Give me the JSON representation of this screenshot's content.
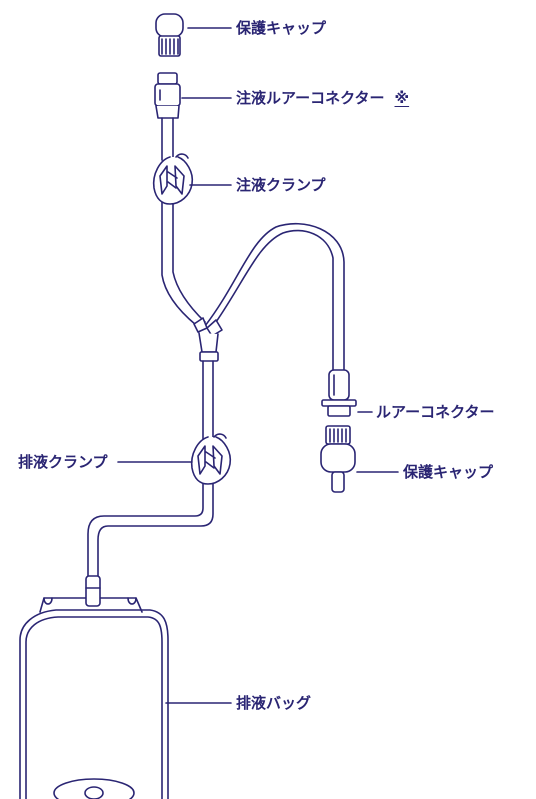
{
  "labels": {
    "top_cap": "保護キャップ",
    "inlet_connector": "注液ルアーコネクター",
    "inlet_note_mark": "※",
    "inlet_clamp": "注液クランプ",
    "luer_connector": "ルアーコネクター",
    "side_cap": "保護キャップ",
    "drain_clamp": "排液クランプ",
    "drain_bag": "排液バッグ"
  },
  "colors": {
    "line": "#2a2573",
    "fill": "#ffffff"
  }
}
